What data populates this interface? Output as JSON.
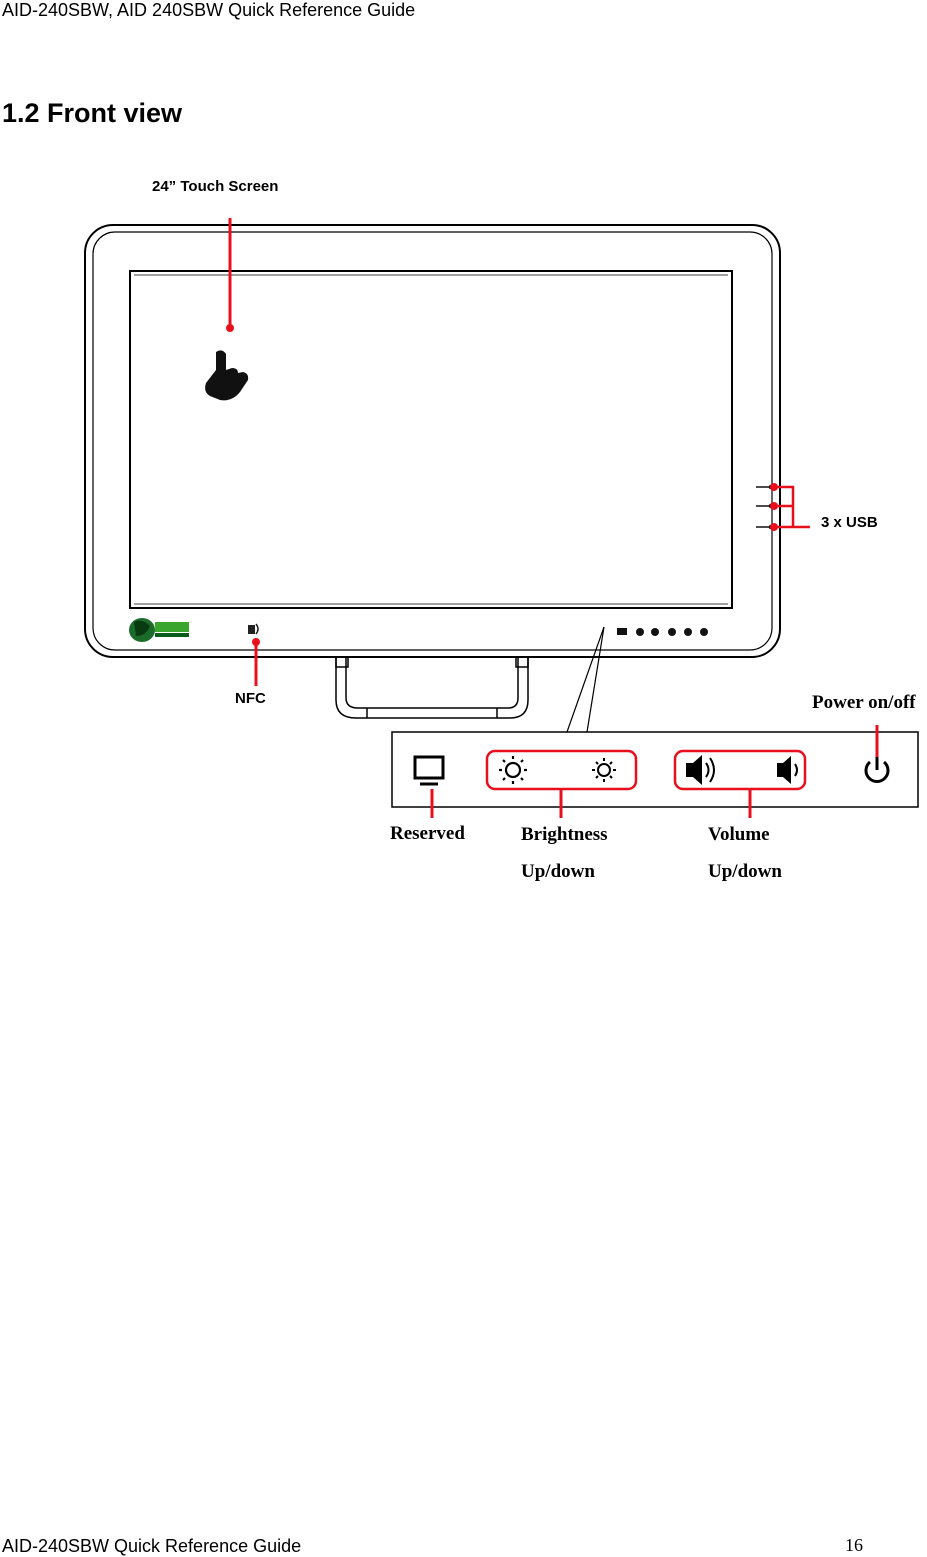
{
  "header": {
    "title": "AID-240SBW, AID 240SBW Quick Reference Guide"
  },
  "section": {
    "title": "1.2 Front view"
  },
  "figure": {
    "callouts": {
      "touch_screen": "24” Touch Screen",
      "usb": "3 x USB",
      "nfc": "NFC",
      "power": "Power on/off",
      "reserved": "Reserved",
      "brightness_line1": "Brightness",
      "brightness_line2": "Up/down",
      "volume_line1": "Volume",
      "volume_line2": "Up/down"
    },
    "icons": [
      "pointing-hand-icon",
      "usb-icon",
      "nfc-icon",
      "brand-logo",
      "monitor-icon",
      "brightness-up-icon",
      "brightness-down-icon",
      "volume-up-icon",
      "volume-down-icon",
      "power-icon"
    ],
    "colors": {
      "callout": "#e8101c",
      "outline": "#000000"
    }
  },
  "footer": {
    "title": "AID-240SBW Quick Reference Guide",
    "page_number": "16"
  }
}
